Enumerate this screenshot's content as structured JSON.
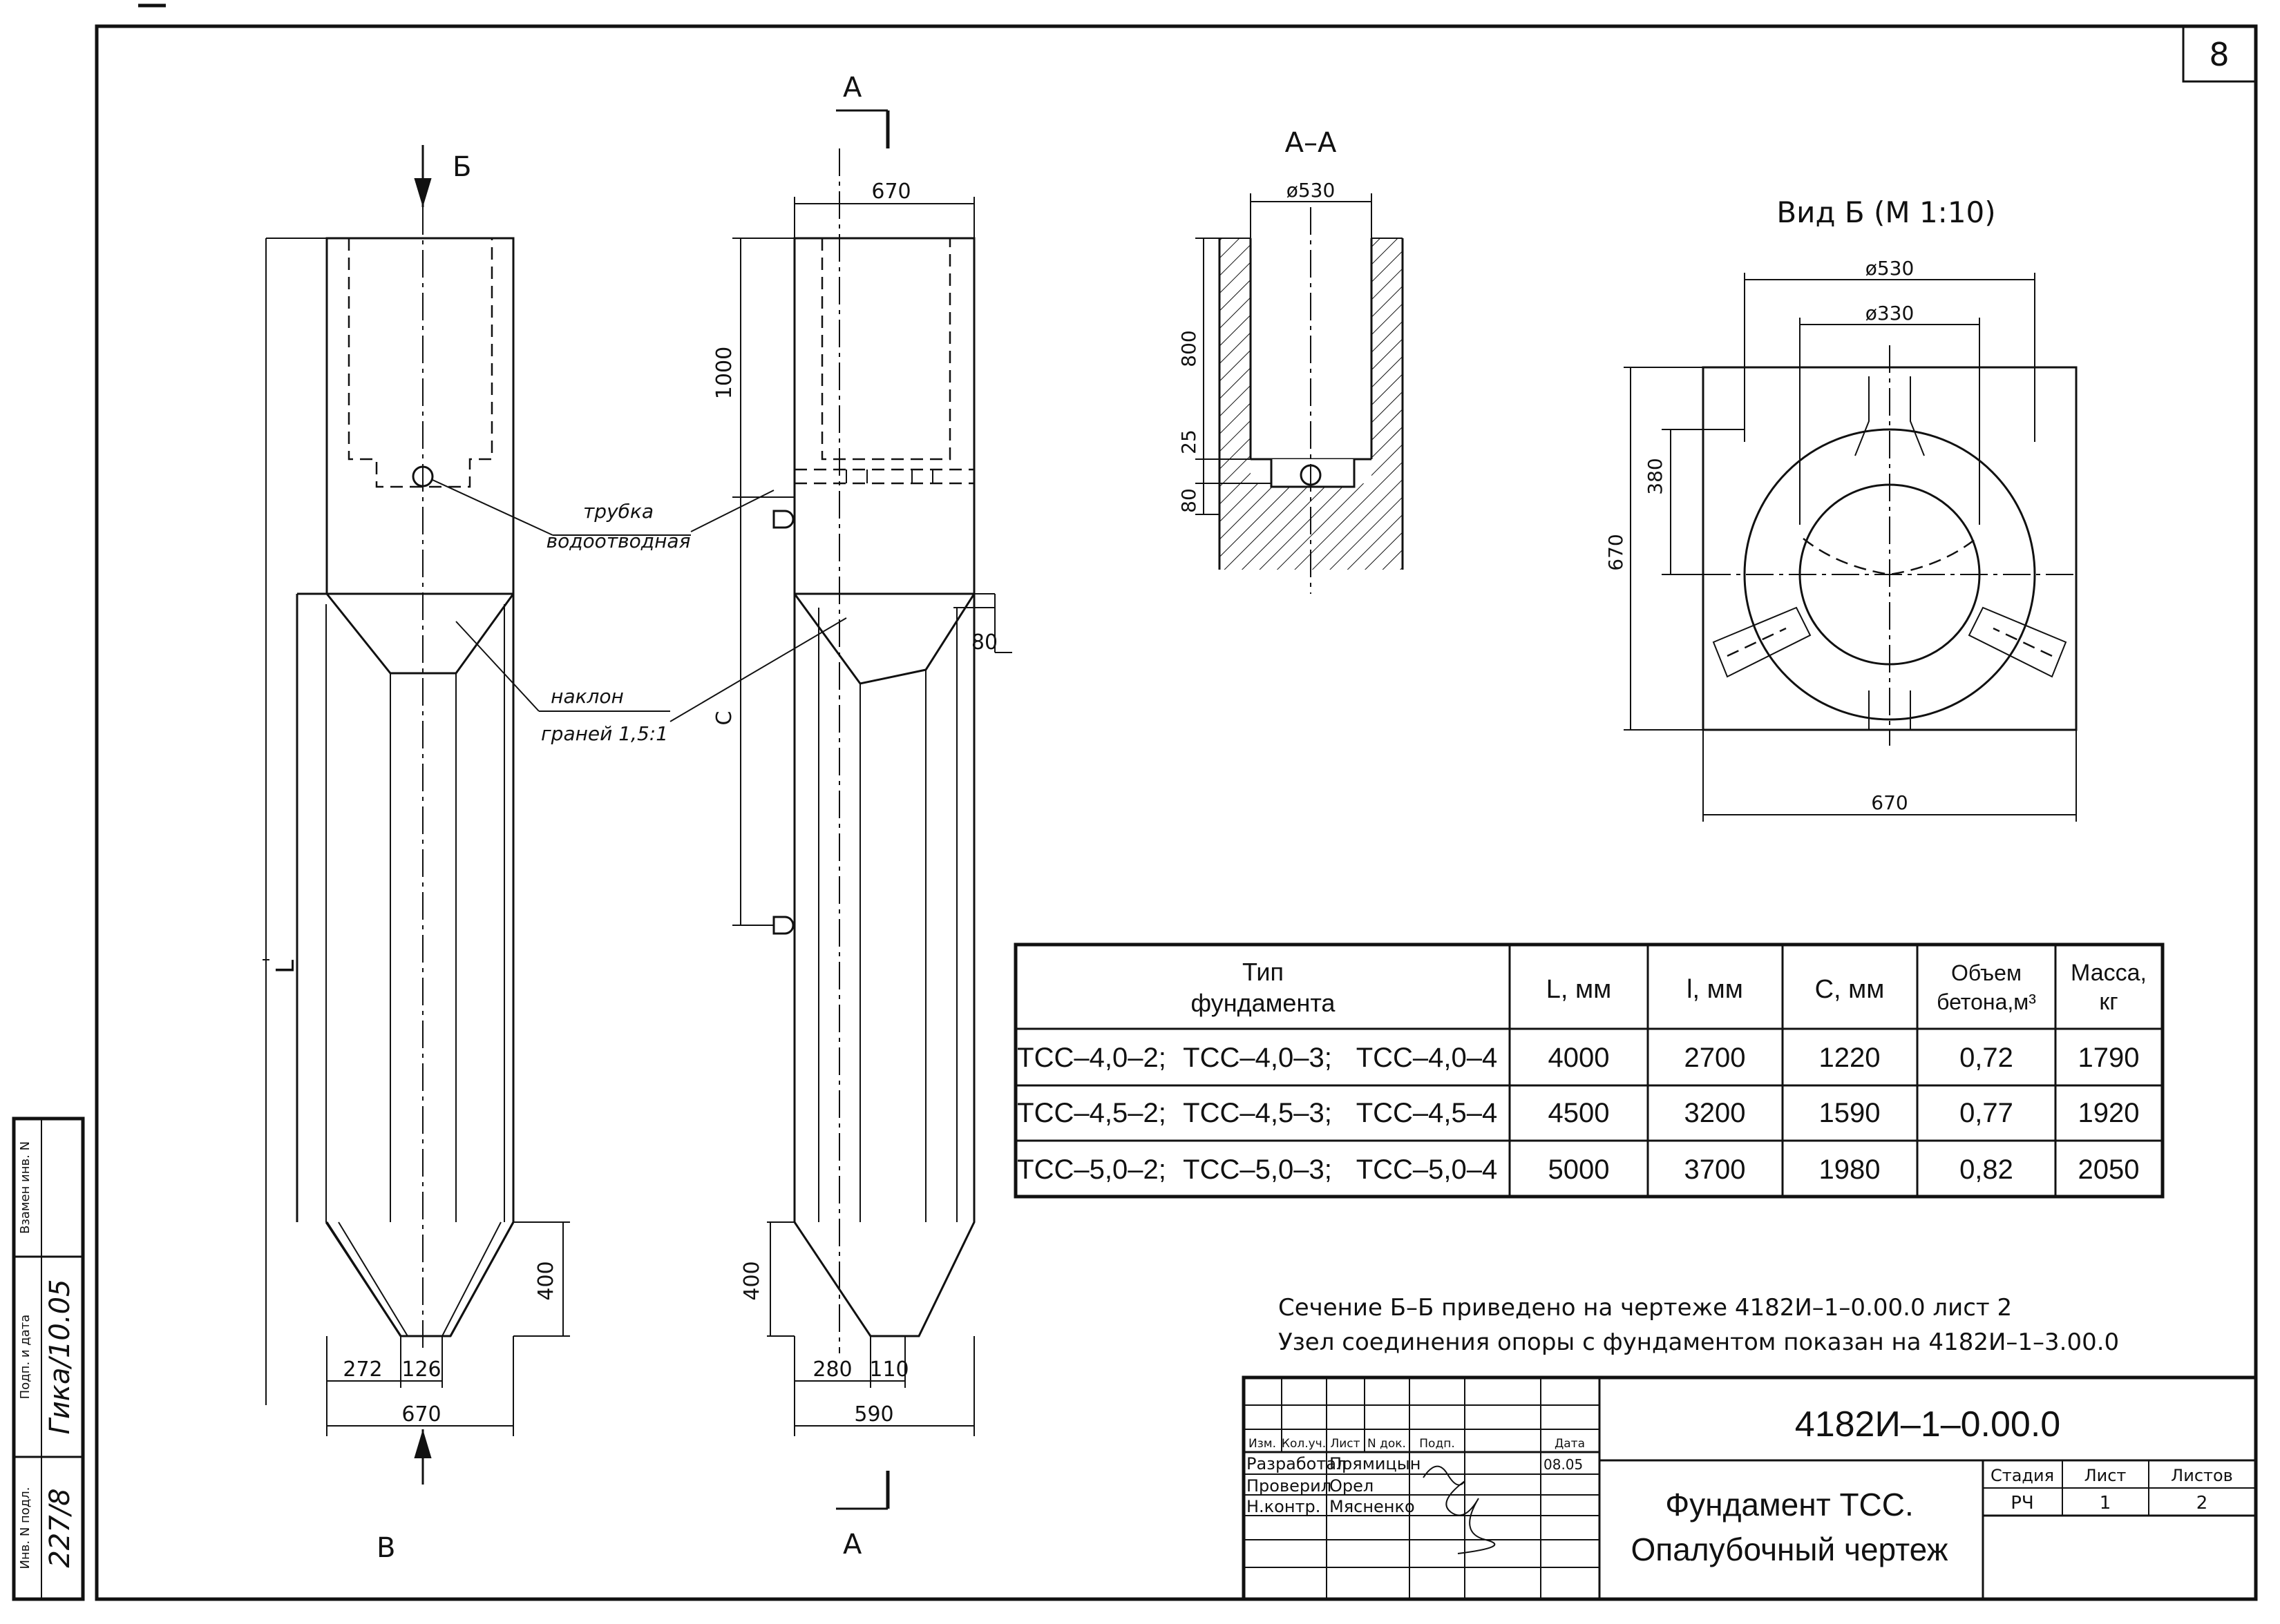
{
  "sheet": {
    "page_number": "8",
    "notes": [
      "Сечение Б–Б приведено на чертеже 4182И–1–0.00.0 лист 2",
      "Узел соединения опоры с фундаментом показан на 4182И–1–3.00.0"
    ]
  },
  "views": {
    "front": {
      "arrow_top": "Б",
      "arrow_bottom": "В",
      "dims": {
        "d272": "272",
        "d126": "126",
        "d670": "670",
        "d400": "400"
      },
      "callout_pipe_1": "трубка",
      "callout_pipe_2": "водоотводная",
      "callout_slope_1": "наклон",
      "callout_slope_2": "граней 1,5:1",
      "label_L": "L"
    },
    "side": {
      "section_mark": "А",
      "dims": {
        "d670": "670",
        "d1000": "1000",
        "dC": "C",
        "d80": "80",
        "d400": "400",
        "d280": "280",
        "d110": "110",
        "d590": "590"
      }
    },
    "section_aa": {
      "title": "А–А",
      "dims": {
        "d530": "ø530",
        "d800": "800",
        "d25": "25",
        "d80": "80"
      }
    },
    "view_b": {
      "title": "Вид Б (М 1:10)",
      "dims": {
        "d530": "ø530",
        "d330": "ø330",
        "d380": "380",
        "d670v": "670",
        "d670h": "670"
      }
    }
  },
  "table": {
    "headers": [
      "Тип\nфундамента",
      "L, мм",
      "l, мм",
      "C, мм",
      "Объем\nбетона,м³",
      "Масса,\nкг"
    ],
    "header_lines": {
      "type_1": "Тип",
      "type_2": "фундамента",
      "L": "L, мм",
      "l": "l, мм",
      "C": "C, мм",
      "vol_1": "Объем",
      "vol_2": "бетона,м³",
      "mass_1": "Масса,",
      "mass_2": "кг"
    },
    "rows": [
      {
        "types": [
          "ТСС–4,0–2;",
          "ТСС–4,0–3;",
          "ТСС–4,0–4"
        ],
        "L": "4000",
        "l": "2700",
        "C": "1220",
        "volume": "0,72",
        "mass": "1790"
      },
      {
        "types": [
          "ТСС–4,5–2;",
          "ТСС–4,5–3;",
          "ТСС–4,5–4"
        ],
        "L": "4500",
        "l": "3200",
        "C": "1590",
        "volume": "0,77",
        "mass": "1920"
      },
      {
        "types": [
          "ТСС–5,0–2;",
          "ТСС–5,0–3;",
          "ТСС–5,0–4"
        ],
        "L": "5000",
        "l": "3700",
        "C": "1980",
        "volume": "0,82",
        "mass": "2050"
      }
    ]
  },
  "title_block": {
    "doc_code": "4182И–1–0.00.0",
    "title_1": "Фундамент ТСС.",
    "title_2": "Опалубочный чертеж",
    "col_headers": [
      "Изм.",
      "Кол.уч.",
      "Лист",
      "N док.",
      "Подп.",
      "Дата"
    ],
    "stage_label": "Стадия",
    "sheet_label": "Лист",
    "sheets_label": "Листов",
    "stage": "РЧ",
    "sheet": "1",
    "sheets": "2",
    "roles": [
      {
        "role": "Разработал",
        "name": "Прямицын",
        "date": "08.05"
      },
      {
        "role": "Проверил",
        "name": "Орел",
        "date": ""
      },
      {
        "role": "Н.контр.",
        "name": "Мясненко",
        "date": ""
      }
    ]
  },
  "side_stamp": {
    "inv_label": "Инв. N подл.",
    "sign_label": "Подп. и дата",
    "replace_label": "Взамен инв. N",
    "inv_value": "227/8",
    "sign_value": "Гика/10.05"
  }
}
